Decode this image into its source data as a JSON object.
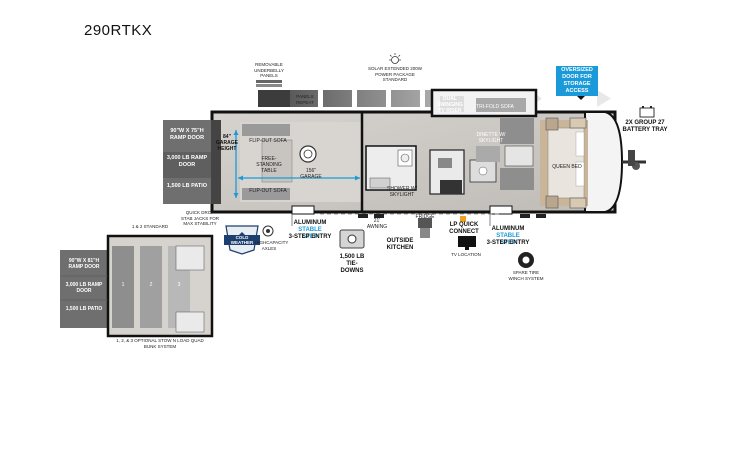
{
  "model": "290RTKX",
  "top_labels": {
    "removable_panels": "REMOVABLE UNDERBELLY PANELS",
    "panels_repeat": "PANELS REPEAT",
    "solar": "SOLAR EXTENDED 200W POWER PACKAGE STANDARD",
    "oversized_door": "OVERSIZED DOOR FOR STORAGE ACCESS",
    "battery": "2X GROUP 27 BATTERY TRAY"
  },
  "rooms": {
    "ramp_door": "90\"W x 75\"H RAMP DOOR",
    "ramp_rating": "3,000 LB RAMP DOOR",
    "patio": "1,500 LB PATIO",
    "garage_height": "84\" GARAGE HEIGHT",
    "flip_out_sofa_top": "FLIP-OUT SOFA",
    "free_standing_table": "FREE-STANDING TABLE",
    "flip_out_sofa_bottom": "FLIP-OUT SOFA",
    "garage_length": "156\" GARAGE",
    "dual_swinging_tv": "DUAL SWINGING TV RISER",
    "tri_fold_sofa": "TRI-FOLD SOFA",
    "dinette": "DINETTE W/ SKYLIGHT",
    "queen_bed": "QUEEN BED",
    "shower": "SHOWER W/ SKYLIGHT",
    "awning": "21' AWNING",
    "fridge": "FRIDGE"
  },
  "callouts": {
    "quick_drop": "QUICK DROP STAB JACKS FOR MAX STABILITY",
    "cold_weather": "COLD WEATHER",
    "highcapacity": "HIGHCAPACITY AXLES",
    "aluminum_entry_1": "ALUMINUM",
    "stable_step_1": "STABLE STEP",
    "three_step_1": "3-STEP ENTRY",
    "tie_downs": "1,500 LB TIE-DOWNS",
    "outside_kitchen": "OUTSIDE KITCHEN",
    "lp_quick": "LP QUICK CONNECT",
    "tv_location": "TV LOCATION",
    "aluminum_entry_2": "ALUMINUM",
    "stable_step_2": "STABLE STEP",
    "three_step_2": "3-STEP ENTRY",
    "spare_tire": "SPARE TIRE WINCH SYSTEM"
  },
  "inset": {
    "top_label": "1 & 2 STANDARD",
    "ramp_door": "90\"W x 81\"H RAMP DOOR",
    "ramp_rating": "3,000 LB RAMP DOOR",
    "patio": "1,500 LB PATIO",
    "bottom_label": "1, 2, & 3 OPTIONAL STOW N LOAD QUAD BUNK SYSTEM",
    "bunk1": "1",
    "bunk2": "2",
    "bunk3": "3"
  },
  "colors": {
    "wall": "#1a1a1a",
    "floor": "#d9d6d2",
    "blue_accent": "#1a9ad8",
    "bed_tan": "#c9b59a",
    "panel_gray": "#8a8a8a"
  }
}
